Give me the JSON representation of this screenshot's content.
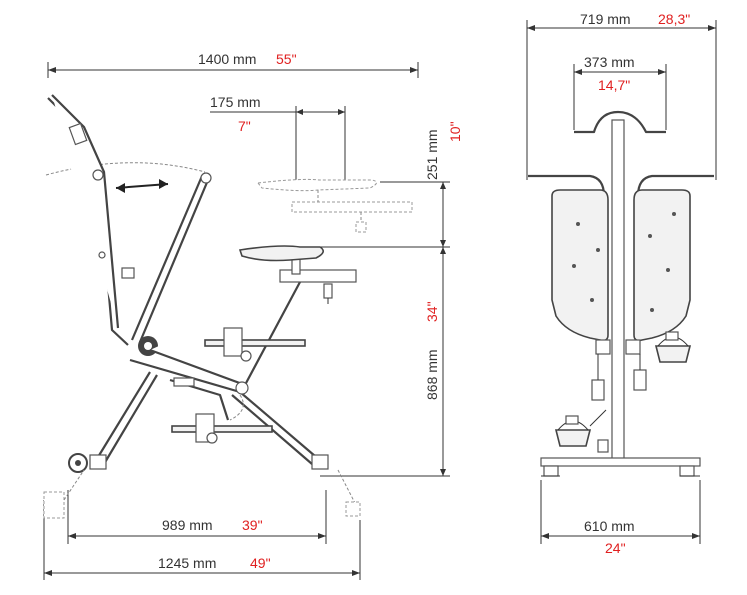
{
  "dimensions": {
    "side_width": {
      "mm": "1400 mm",
      "in": "55\""
    },
    "seat_shift": {
      "mm": "175 mm",
      "in": "7\""
    },
    "seat_height_adj": {
      "mm": "251 mm",
      "in": "10\""
    },
    "seat_height": {
      "mm": "868 mm",
      "in": "34\""
    },
    "base_length": {
      "mm": "989 mm",
      "in": "39\""
    },
    "total_length": {
      "mm": "1245 mm",
      "in": "49\""
    },
    "front_width": {
      "mm": "719 mm",
      "in": "28,3\""
    },
    "handle_width": {
      "mm": "373 mm",
      "in": "14,7\""
    },
    "foot_width": {
      "mm": "610 mm",
      "in": "24\""
    }
  },
  "colors": {
    "dimension_text": "#333333",
    "imperial_text": "#e02020",
    "frame": "#444444"
  }
}
